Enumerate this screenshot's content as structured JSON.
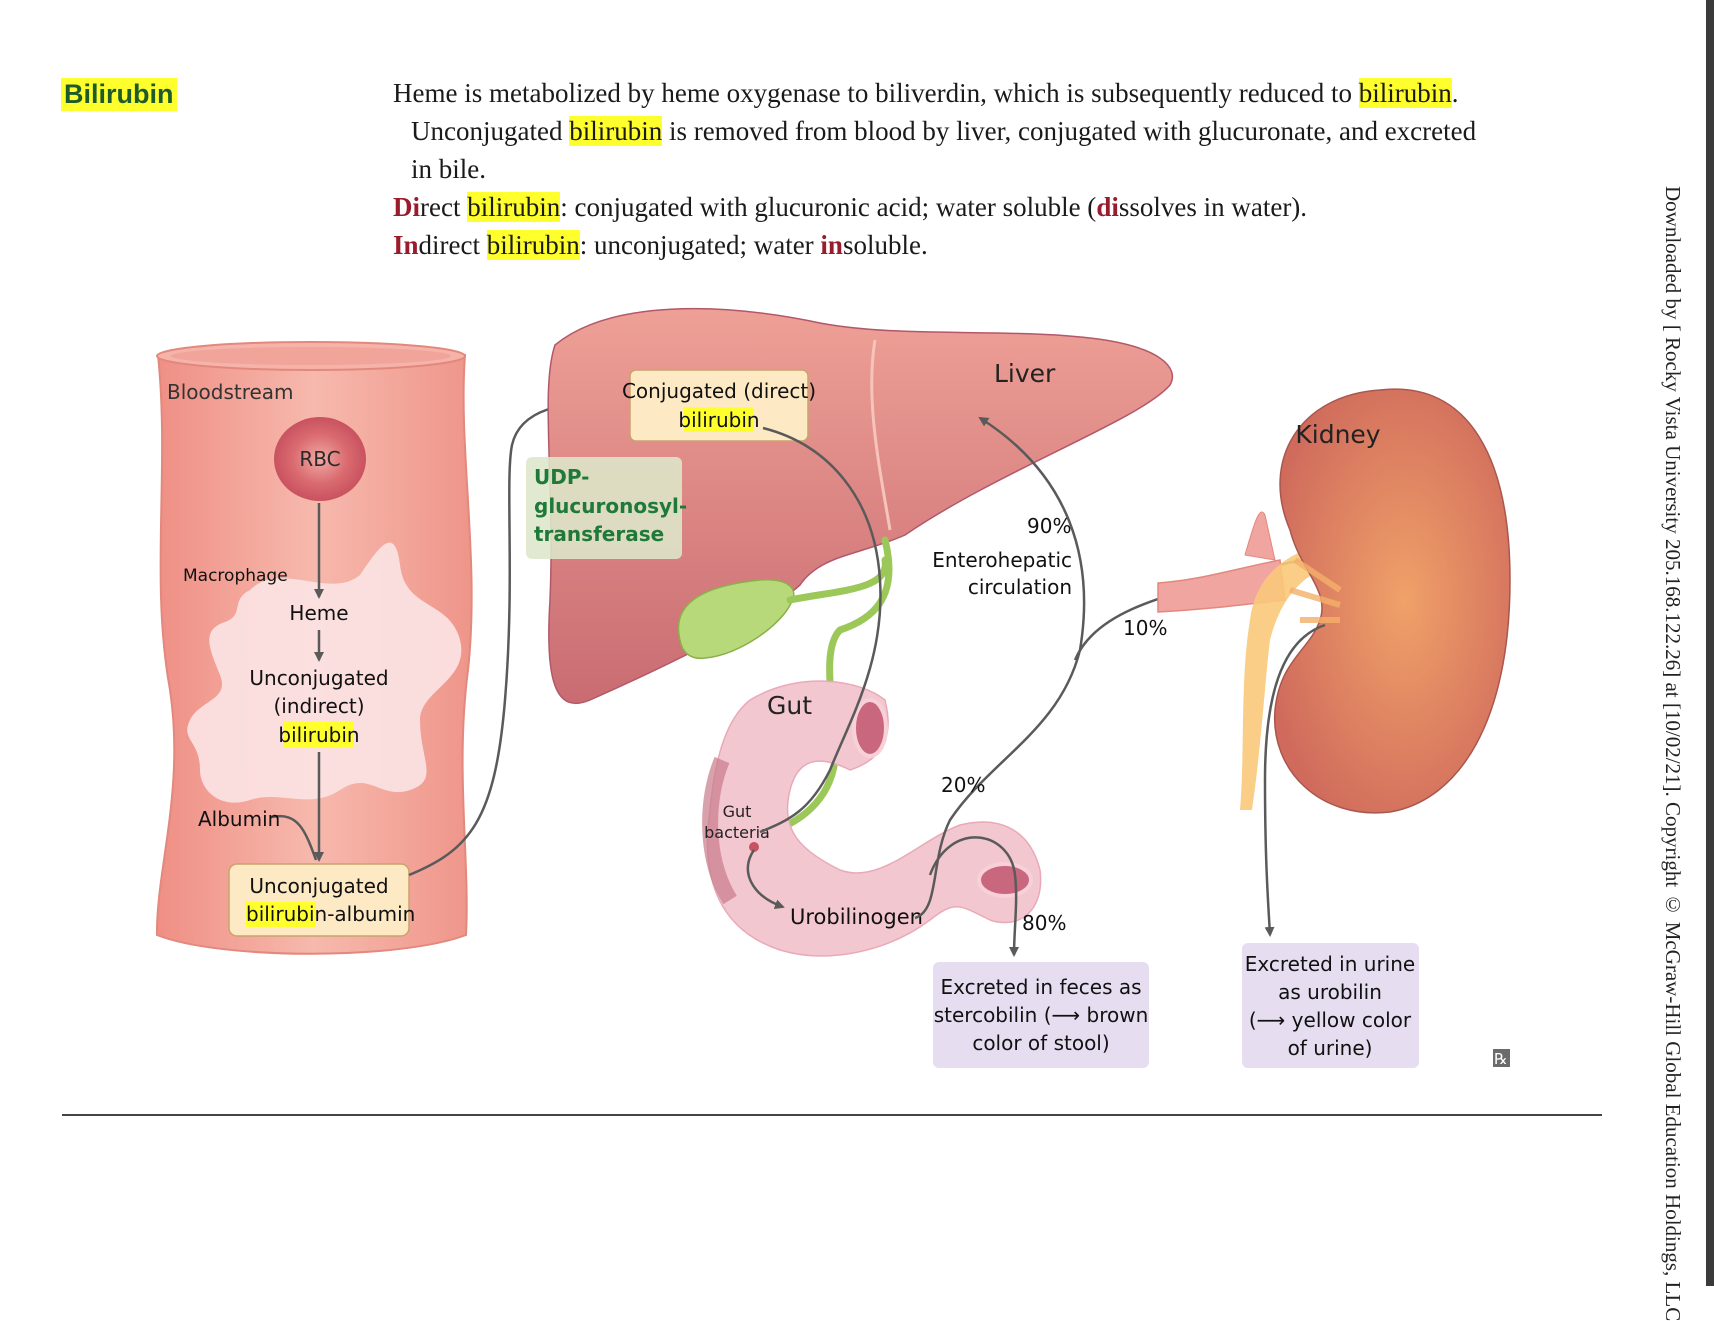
{
  "sidebar_notice": "Downloaded by [ Rocky Vista University 205.168.122.26] at [10/02/21]. Copyright © McGraw-Hill Global Education Holdings, LLC",
  "heading": "Bilirubin",
  "paragraph": {
    "line1": {
      "pre": "Heme is metabolized by heme oxygenase to biliverdin, which is subsequently reduced to ",
      "hl": "bilirubin",
      "post": "."
    },
    "line2": {
      "pre": "Unconjugated ",
      "hl": "bilirubin",
      "post": " is removed from blood by liver, conjugated with glucuronate, and excreted"
    },
    "line3": "in bile.",
    "line4": {
      "m1": "Di",
      "rest1": "rect ",
      "hl": "bilirubin",
      "mid": ": conjugated with glucuronic acid; water soluble (",
      "m2": "di",
      "post": "ssolves in water)."
    },
    "line5": {
      "m1": "In",
      "rest1": "direct ",
      "hl": "bilirubin",
      "mid": ": unconjugated; water ",
      "m2": "in",
      "post": "soluble."
    }
  },
  "figure": {
    "bloodstream_label": "Bloodstream",
    "rbc_label": "RBC",
    "macrophage_label": "Macrophage",
    "heme_label": "Heme",
    "unconj_label": [
      "Unconjugated",
      "(indirect)"
    ],
    "bilirubin_word": "bilirubin",
    "albumin_label": "Albumin",
    "complex_label": {
      "line1": "Unconjugated",
      "hl": "bilirubin",
      "post": "-albumin"
    },
    "udp_label": [
      "UDP-",
      "glucuronosyl-",
      "transferase"
    ],
    "conj_label": "Conjugated (direct)",
    "liver_label": "Liver",
    "kidney_label": "Kidney",
    "gut_label": "Gut",
    "gut_bacteria_label": [
      "Gut",
      "bacteria"
    ],
    "urobilinogen_label": "Urobilinogen",
    "enterohepatic_label": [
      "Enterohepatic",
      "circulation"
    ],
    "pct_90": "90%",
    "pct_10": "10%",
    "pct_20": "20%",
    "pct_80": "80%",
    "feces_box": [
      "Excreted in feces as",
      "stercobilin (⟶ brown",
      "color of stool)"
    ],
    "urine_box": [
      "Excreted in urine",
      "as urobilin",
      "(⟶ yellow color",
      "of urine)"
    ],
    "rx_mark": "℞"
  }
}
